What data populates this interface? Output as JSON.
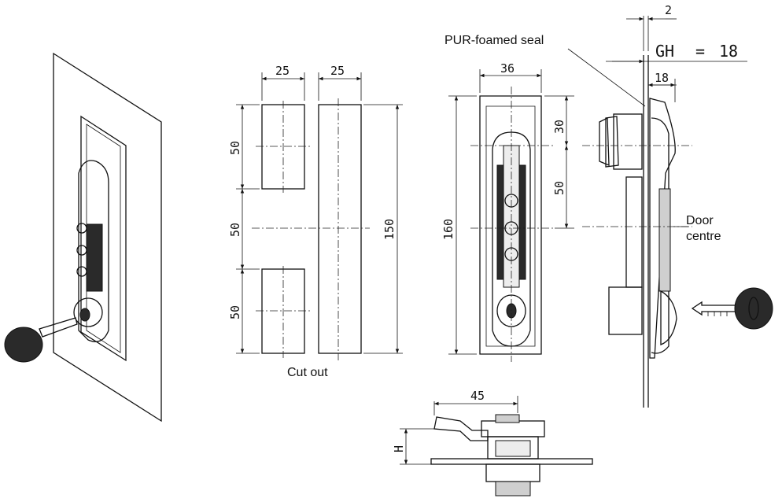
{
  "labels": {
    "seal": "PUR-foamed seal",
    "cutout": "Cut out",
    "door_centre_1": "Door",
    "door_centre_2": "centre",
    "gh": "GH",
    "equals": "=",
    "gh_value": "18"
  },
  "dimensions": {
    "cut_width_left": "25",
    "cut_width_right": "25",
    "cut_h_top": "50",
    "cut_h_mid": "50",
    "cut_h_bot": "50",
    "cut_total": "150",
    "handle_width": "36",
    "handle_length": "160",
    "handle_top_offset": "30",
    "handle_mid_offset": "50",
    "side_thickness": "2",
    "side_depth": "18",
    "bottom_width": "45",
    "bottom_height": "H"
  }
}
